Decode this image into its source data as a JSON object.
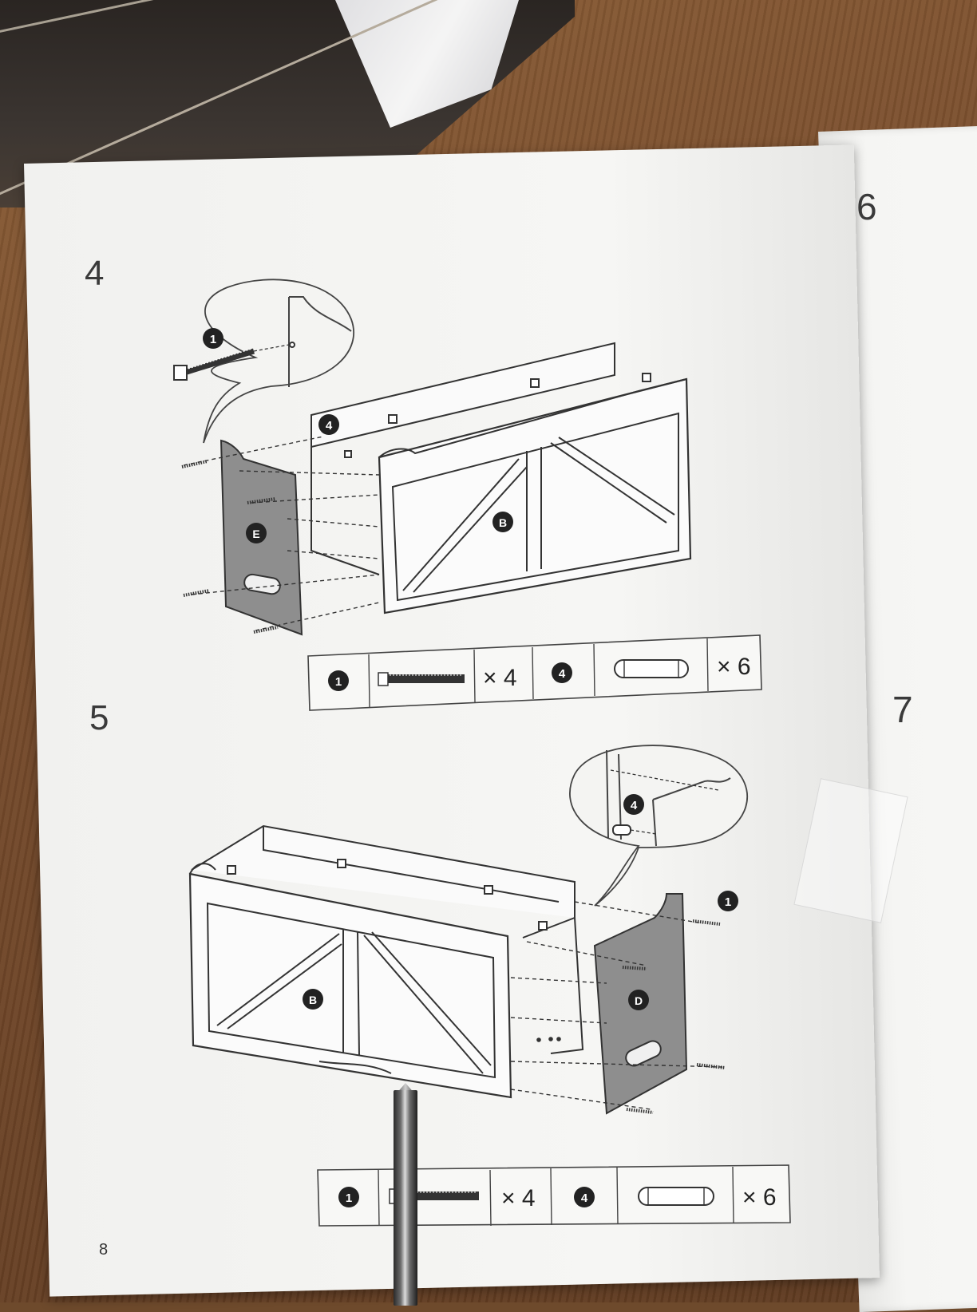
{
  "manual": {
    "page_number": "8",
    "right_page_steps": [
      "6",
      "7"
    ],
    "steps": [
      {
        "number": "4",
        "panel_labels": [
          "E",
          "B"
        ],
        "callout_part": "1",
        "dowel_part": "4",
        "hardware": [
          {
            "part": "1",
            "icon": "screw-icon",
            "quantity": "× 4"
          },
          {
            "part": "4",
            "icon": "dowel-icon",
            "quantity": "× 6"
          }
        ]
      },
      {
        "number": "5",
        "panel_labels": [
          "B",
          "D"
        ],
        "callout_part": "4",
        "screw_part": "1",
        "hardware": [
          {
            "part": "1",
            "icon": "screw-icon",
            "quantity": "× 4"
          },
          {
            "part": "4",
            "icon": "dowel-icon",
            "quantity": "× 6"
          }
        ]
      }
    ]
  }
}
